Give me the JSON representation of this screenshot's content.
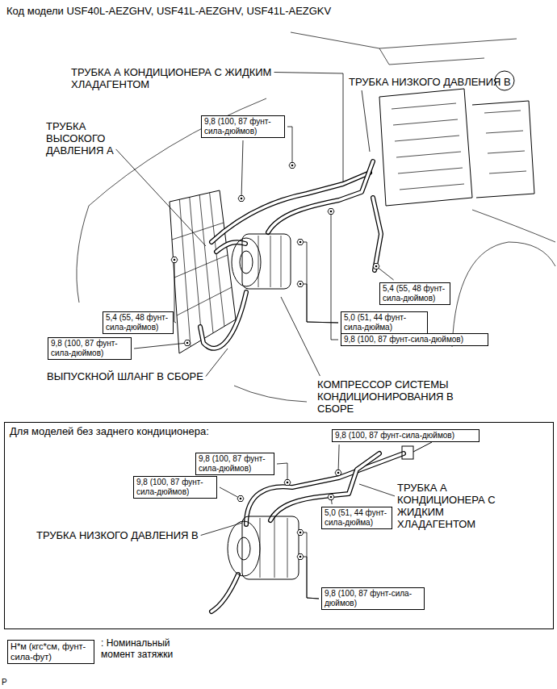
{
  "diagram": {
    "title": "Код модели USF40L-AEZGHV, USF41L-AEZGHV, USF41L-AEZGKV",
    "nodes": [
      {
        "text": [
          "9,8 (100, 87 фунт-сила-дюймов)"
        ]
      },
      {
        "text": [
          "5,4 (55, 48 фунт-сила-дюймов)"
        ]
      },
      {
        "text": [
          "5,0 (51, 44 фунт-сила-дюйма)"
        ]
      },
      {
        "text": [
          "9,8 (100, 87 фунт-сила-дюймов)"
        ]
      },
      {
        "text": [
          "5,4 (55, 48 фунт-сила-дюймов)"
        ]
      },
      {
        "text": [
          "9,8 (100, 87 фунт-сила-дюймов)"
        ]
      },
      {
        "text": [
          "Для моделей без заднего кондиционера:"
        ]
      },
      {
        "text": [
          "9,8 (100, 87 фунт-сила-дюймов)"
        ],
        "in": 6
      },
      {
        "text": [
          "9,8 (100, 87 фунт-сила-дюймов)"
        ],
        "in": 6
      },
      {
        "text": [
          "9,8 (100, 87 фунт-сила-дюймов)"
        ],
        "in": 6
      },
      {
        "text": [
          "5,0 (51, 44 фунт-сила-дюйма)"
        ],
        "in": 6
      },
      {
        "text": [
          "9,8 (100, 87 фунт-сила-дюймов)"
        ],
        "in": 6
      },
      {
        "text": [
          "Н*м (кгс*см, фунт-сила-фут)"
        ]
      }
    ],
    "labels": [
      "ТРУБКА А КОНДИЦИОНЕРА С ЖИДКИМ ХЛАДАГЕНТОМ",
      "ТРУБКА НИЗКОГО ДАВЛЕНИЯ B",
      "ТРУБКА ВЫСОКОГО ДАВЛЕНИЯ A",
      "ВЫПУСКНОЙ ШЛАНГ В СБОРЕ",
      "КОМПРЕССОР СИСТЕМЫ КОНДИЦИОНИРОВАНИЯ В СБОРЕ",
      "ТРУБКА НИЗКОГО ДАВЛЕНИЯ B",
      "ТРУБКА А КОНДИЦИОНЕРА С ЖИДКИМ ХЛАДАГЕНТОМ",
      ": Номинальный момент затяжки",
      "P"
    ]
  }
}
